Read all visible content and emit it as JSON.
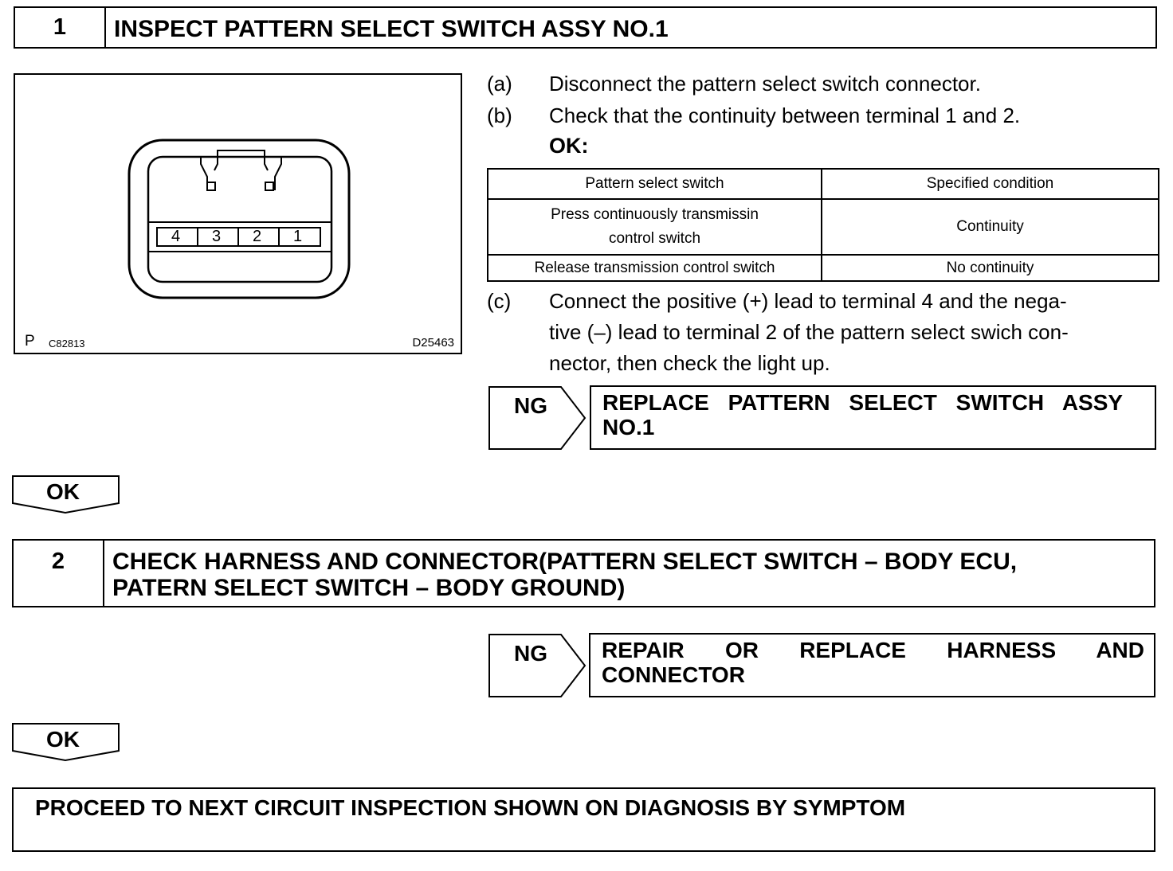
{
  "step1": {
    "number": "1",
    "title": "INSPECT PATTERN SELECT SWITCH ASSY NO.1",
    "figure": {
      "prefix": "P",
      "left_code": "C82813",
      "right_code": "D25463",
      "terminals": [
        "4",
        "3",
        "2",
        "1"
      ]
    },
    "instructions": {
      "a": {
        "label": "(a)",
        "text": "Disconnect the pattern select switch connector."
      },
      "b": {
        "label": "(b)",
        "text": "Check that the continuity between terminal 1 and 2."
      },
      "ok_label": "OK:",
      "c": {
        "label": "(c)",
        "line1": "Connect the positive (+) lead to terminal 4 and the nega-",
        "line2": "tive (–) lead to terminal 2 of the pattern select swich con-",
        "line3": "nector, then check the light up."
      }
    },
    "table": {
      "headers": [
        "Pattern select switch",
        "Specified condition"
      ],
      "rows": [
        {
          "condition_line1": "Press continuously transmissin",
          "condition_line2": "control switch",
          "spec": "Continuity"
        },
        {
          "condition": "Release transmission control switch",
          "spec": "No continuity"
        }
      ]
    },
    "ng": {
      "label": "NG",
      "action_line1": "REPLACE PATTERN SELECT SWITCH ASSY",
      "action_line2": "NO.1"
    },
    "ok": {
      "label": "OK"
    }
  },
  "step2": {
    "number": "2",
    "title_line1": "CHECK HARNESS AND CONNECTOR(PATTERN SELECT SWITCH – BODY ECU,",
    "title_line2": "PATERN SELECT SWITCH – BODY GROUND)",
    "ng": {
      "label": "NG",
      "action_line1": "REPAIR OR REPLACE HARNESS AND",
      "action_line2": "CONNECTOR"
    },
    "ok": {
      "label": "OK"
    }
  },
  "final": {
    "text": "PROCEED TO NEXT CIRCUIT INSPECTION SHOWN ON DIAGNOSIS BY SYMPTOM"
  }
}
